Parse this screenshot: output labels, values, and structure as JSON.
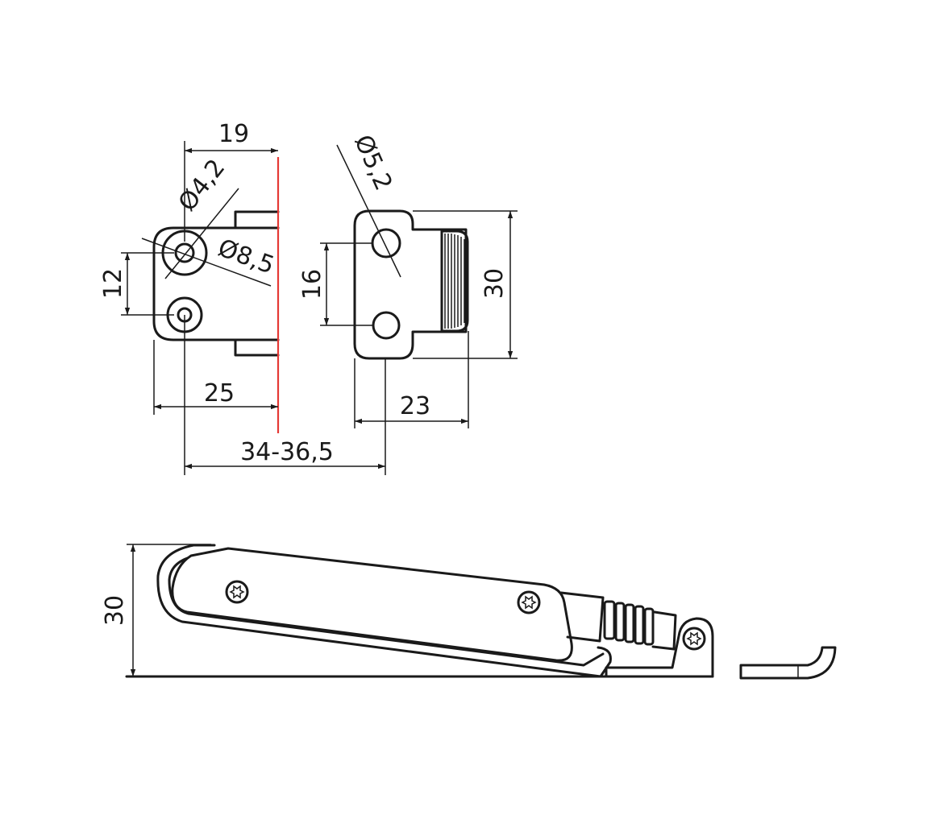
{
  "dimensions": {
    "top_width": "19",
    "hole_small": "Ø4,2",
    "hole_large": "Ø8,5",
    "left_spacing": "12",
    "left_total": "25",
    "span": "34-36,5",
    "hole_right": "Ø5,2",
    "right_spacing": "16",
    "right_height": "30",
    "right_width": "23",
    "side_height": "30"
  },
  "colors": {
    "line": "#1a1a1a",
    "reference_line": "#e53935"
  }
}
